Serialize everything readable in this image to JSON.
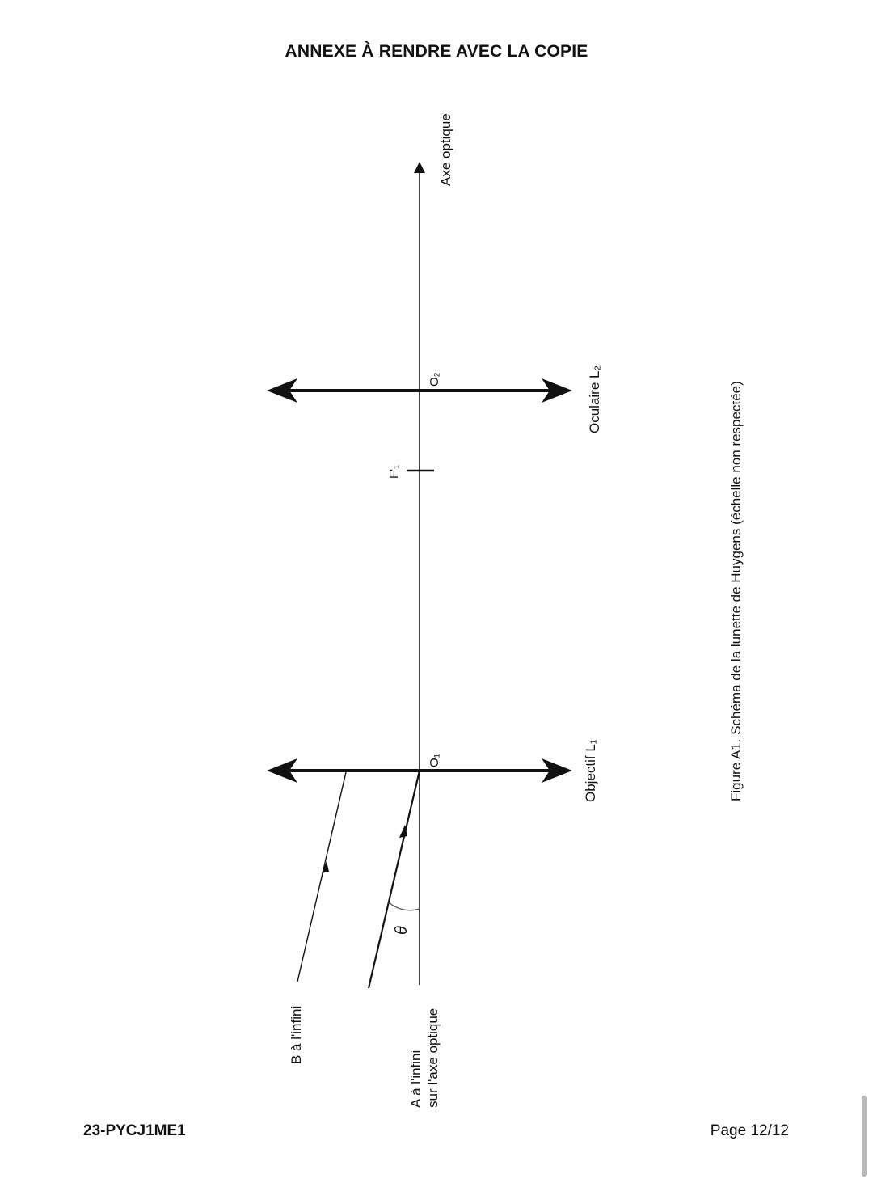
{
  "header": {
    "title": "ANNEXE À RENDRE AVEC LA COPIE"
  },
  "diagram": {
    "axis_label": "Axe optique",
    "objective_label": "Objectif L₁",
    "eyepiece_label": "Oculaire L₂",
    "o1_label": "O₁",
    "o2_label": "O₂",
    "f1_label": "F'₁",
    "theta_label": "θ",
    "b_label": "B à l'infini",
    "a_label_line1": "A à l'infini",
    "a_label_line2": "sur l'axe optique",
    "caption": "Figure A1. Schéma de la lunette de Huygens (échelle non respectée)"
  },
  "footer": {
    "code": "23-PYCJ1ME1",
    "page": "Page 12/12"
  }
}
